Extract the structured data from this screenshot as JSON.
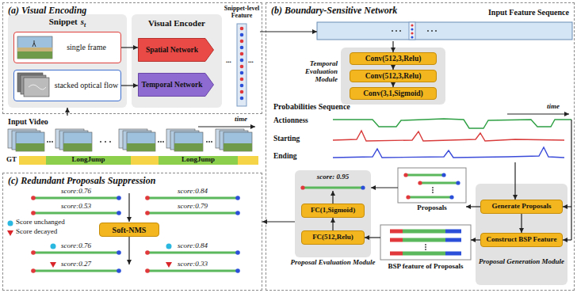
{
  "diagram": {
    "nodes": [
      {
        "text": [
          "(a) Visual Encoding"
        ]
      },
      {
        "text": [
          "Snippet",
          "s",
          "t"
        ],
        "in": 0
      },
      {
        "text": [
          "single frame"
        ],
        "in": 1
      },
      {
        "text": [
          "stacked optical flow"
        ],
        "in": 1
      },
      {
        "text": [
          "Visual Encoder"
        ],
        "in": 0
      },
      {
        "text": [
          "Spatial Network"
        ],
        "in": 4
      },
      {
        "text": [
          "Temporal Network"
        ],
        "in": 4
      },
      {
        "text": [
          "Snippet-level Feature"
        ],
        "in": 0
      },
      {
        "text": [
          "Input Video"
        ]
      },
      {
        "text": [
          "(b) Boundary-Sensitive Network"
        ]
      },
      {
        "text": [
          "Input Feature Sequence"
        ],
        "in": 9
      },
      {
        "text": [
          "Temporal Evaluation Module"
        ],
        "in": 9
      },
      {
        "text": [
          "Conv(512,3,Relu)"
        ],
        "in": 11
      },
      {
        "text": [
          "Conv(512,3,Relu)"
        ],
        "in": 11
      },
      {
        "text": [
          "Conv(3,1,Sigmoid)"
        ],
        "in": 11
      },
      {
        "text": [
          "Proposal Generation Module"
        ],
        "in": 9
      },
      {
        "text": [
          "Generate Proposals"
        ],
        "in": 15
      },
      {
        "text": [
          "Construct BSP Feature"
        ],
        "in": 15
      },
      {
        "text": [
          "Proposals"
        ],
        "in": 9
      },
      {
        "text": [
          "BSP feature of Proposals"
        ],
        "in": 9
      },
      {
        "text": [
          "Proposal Evaluation Module"
        ],
        "in": 9
      },
      {
        "text": [
          "FC(1,Sigmoid)"
        ],
        "in": 20
      },
      {
        "text": [
          "FC(512,Relu)"
        ],
        "in": 20
      },
      {
        "text": [
          "(c) Redundant Proposals Suppression"
        ]
      },
      {
        "text": [
          "Soft-NMS"
        ],
        "in": 23
      }
    ],
    "edges": [
      {
        "from": 8,
        "to": 1,
        "arrow": "to"
      },
      {
        "from": 2,
        "to": 5,
        "arrow": "to"
      },
      {
        "from": 3,
        "to": 6,
        "arrow": "to"
      },
      {
        "from": 7,
        "to": 10,
        "arrow": "to"
      },
      {
        "from": 10,
        "to": 12,
        "arrow": "to"
      },
      {
        "from": 12,
        "to": 13,
        "arrow": "to"
      },
      {
        "from": 13,
        "to": 14,
        "arrow": "to"
      },
      {
        "from": 16,
        "to": 18,
        "arrow": "to"
      },
      {
        "from": 16,
        "to": 17,
        "arrow": "to"
      },
      {
        "from": 17,
        "to": 19,
        "arrow": "to"
      },
      {
        "from": 19,
        "to": 22,
        "arrow": "to"
      },
      {
        "from": 22,
        "to": 21,
        "arrow": "to"
      },
      {
        "from": 18,
        "to": 20,
        "arrow": "to"
      },
      {
        "from": 20,
        "to": 23,
        "arrow": "to"
      }
    ],
    "labels": [
      "...",
      "...",
      "time",
      "GT",
      "LongJump",
      "LongJump",
      "Probabilities Sequence",
      "time",
      "Actionness",
      "Starting",
      "Ending",
      "score: 0.95",
      "score:0.76",
      "score:0.84",
      "score:0.53",
      "score:0.79",
      "score:0.76",
      "score:0.84",
      "score:0.27",
      "score:0.33"
    ],
    "legend": [
      {
        "text": "Score unchanged"
      },
      {
        "text": "Score decayed"
      }
    ]
  }
}
